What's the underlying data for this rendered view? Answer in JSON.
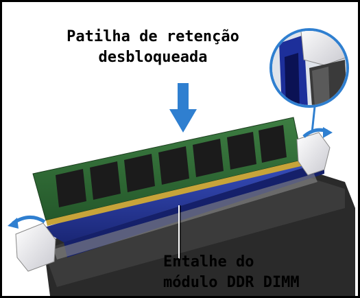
{
  "labels": {
    "top_line1": "Patilha de retenção",
    "top_line2": "desbloqueada",
    "bottom_line1": "Entalhe do",
    "bottom_line2": "módulo DDR DIMM"
  },
  "colors": {
    "pcb": "#2f6b35",
    "chip": "#1b1b1b",
    "slot": "#2b3fa8",
    "clip": "#e8e8ec",
    "arrow": "#2f7fd0",
    "frame": "#000000"
  }
}
